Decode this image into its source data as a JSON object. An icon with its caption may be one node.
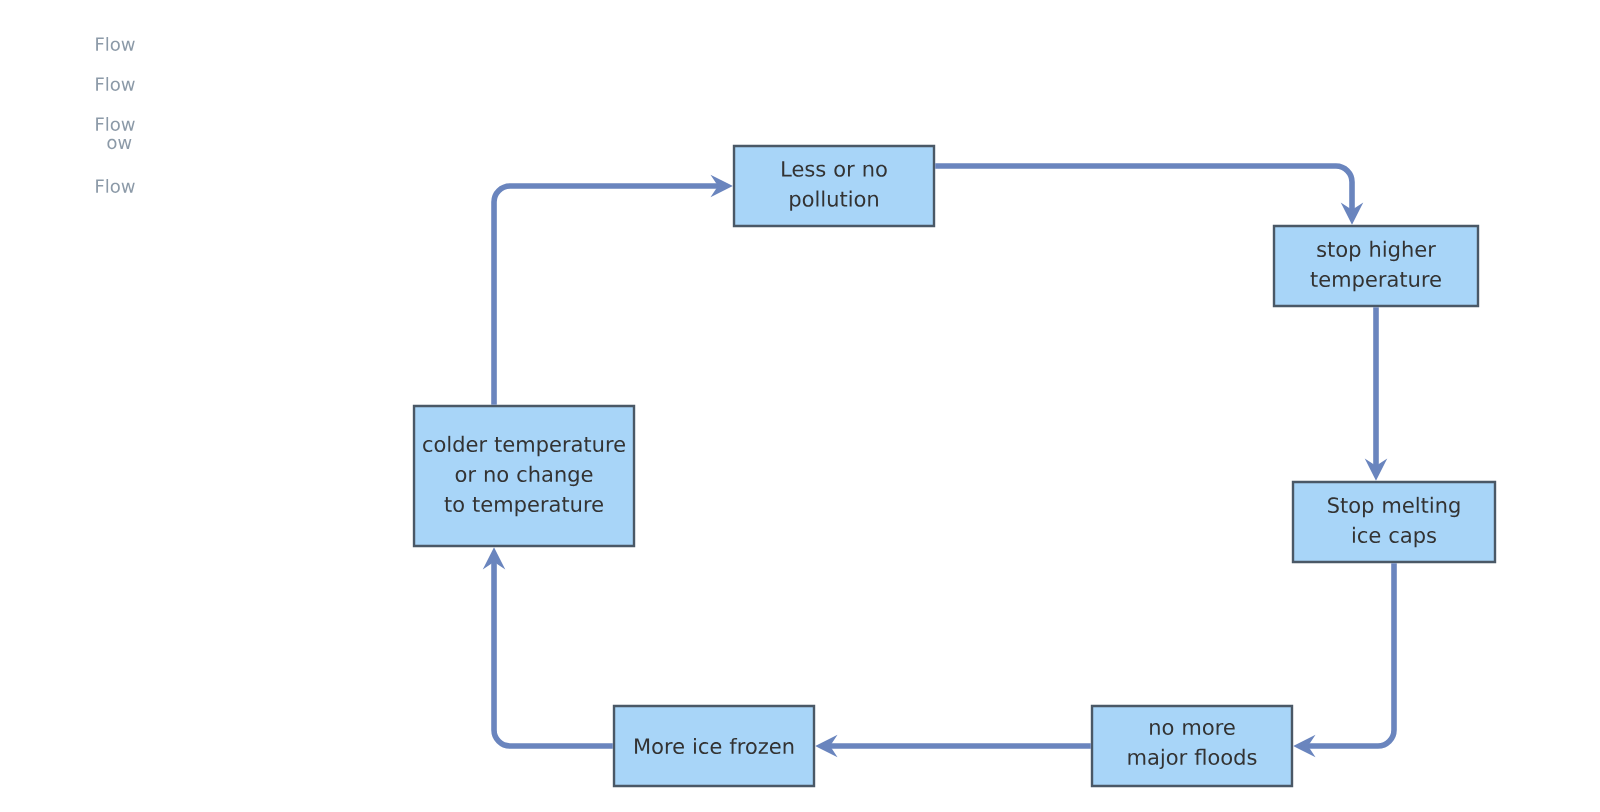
{
  "diagram": {
    "nodes": [
      {
        "text": [
          "Less or no pollution"
        ]
      },
      {
        "text": [
          "stop higher temperature"
        ]
      },
      {
        "text": [
          "Stop melting ice caps"
        ]
      },
      {
        "text": [
          "no more major floods"
        ]
      },
      {
        "text": [
          "More ice frozen"
        ]
      },
      {
        "text": [
          "colder temperature or no change to temperature"
        ]
      }
    ],
    "edges": [
      {
        "from": 0,
        "to": 1,
        "arrow": "to"
      },
      {
        "from": 1,
        "to": 2,
        "arrow": "to"
      },
      {
        "from": 2,
        "to": 3,
        "arrow": "to"
      },
      {
        "from": 3,
        "to": 4,
        "arrow": "to"
      },
      {
        "from": 4,
        "to": 5,
        "arrow": "to"
      },
      {
        "from": 5,
        "to": 0,
        "arrow": "to"
      }
    ],
    "labels": [
      "Flow",
      "Flow",
      "Flow",
      "ow",
      "Flow"
    ]
  }
}
